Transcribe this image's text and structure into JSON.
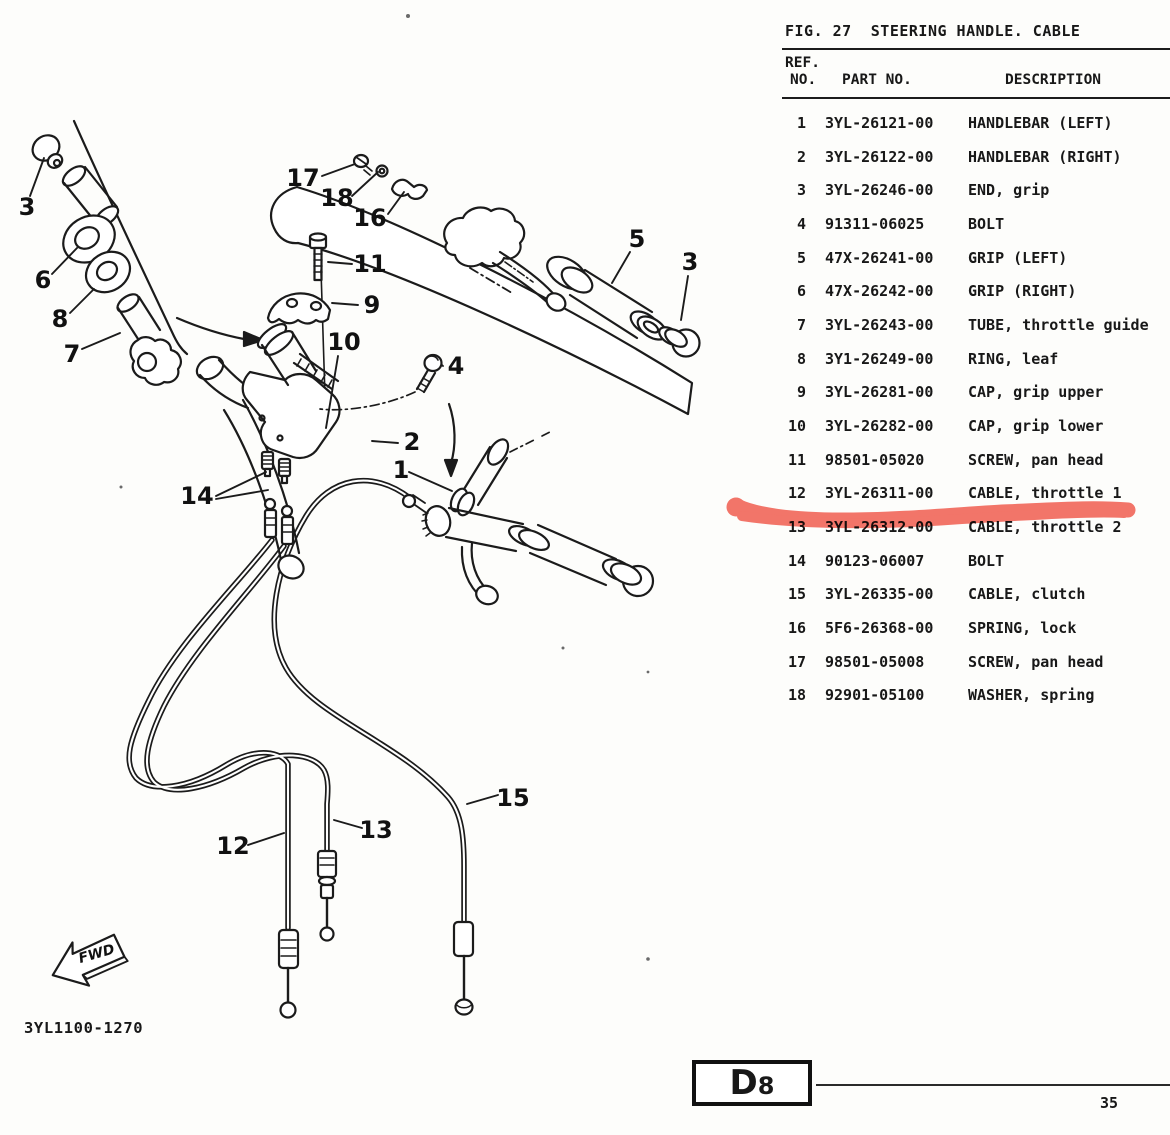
{
  "figure": {
    "title": "FIG. 27  STEERING HANDLE. CABLE",
    "drawing_code": "3YL1100-1270",
    "fwd_label": "FWD",
    "callouts": {
      "n1": "1",
      "n2": "2",
      "n3": "3",
      "n4": "4",
      "n5": "5",
      "n6": "6",
      "n7": "7",
      "n8": "8",
      "n9": "9",
      "n10": "10",
      "n11": "11",
      "n12": "12",
      "n13": "13",
      "n14": "14",
      "n15": "15",
      "n16": "16",
      "n17": "17",
      "n18": "18"
    }
  },
  "table": {
    "headers": {
      "ref_line1": "REF.",
      "ref_line2": "NO.",
      "part": "PART NO.",
      "description": "DESCRIPTION"
    },
    "rows": [
      {
        "ref": "1",
        "part": "3YL-26121-00",
        "desc": "HANDLEBAR (LEFT)"
      },
      {
        "ref": "2",
        "part": "3YL-26122-00",
        "desc": "HANDLEBAR (RIGHT)"
      },
      {
        "ref": "3",
        "part": "3YL-26246-00",
        "desc": "END, grip"
      },
      {
        "ref": "4",
        "part": "91311-06025",
        "desc": "BOLT"
      },
      {
        "ref": "5",
        "part": "47X-26241-00",
        "desc": "GRIP (LEFT)"
      },
      {
        "ref": "6",
        "part": "47X-26242-00",
        "desc": "GRIP (RIGHT)"
      },
      {
        "ref": "7",
        "part": "3YL-26243-00",
        "desc": "TUBE, throttle guide"
      },
      {
        "ref": "8",
        "part": "3Y1-26249-00",
        "desc": "RING, leaf"
      },
      {
        "ref": "9",
        "part": "3YL-26281-00",
        "desc": "CAP, grip upper"
      },
      {
        "ref": "10",
        "part": "3YL-26282-00",
        "desc": "CAP, grip lower"
      },
      {
        "ref": "11",
        "part": "98501-05020",
        "desc": "SCREW, pan head"
      },
      {
        "ref": "12",
        "part": "3YL-26311-00",
        "desc": "CABLE, throttle 1"
      },
      {
        "ref": "13",
        "part": "3YL-26312-00",
        "desc": "CABLE, throttle 2"
      },
      {
        "ref": "14",
        "part": "90123-06007",
        "desc": "BOLT"
      },
      {
        "ref": "15",
        "part": "3YL-26335-00",
        "desc": "CABLE, clutch"
      },
      {
        "ref": "16",
        "part": "5F6-26368-00",
        "desc": "SPRING, lock"
      },
      {
        "ref": "17",
        "part": "98501-05008",
        "desc": "SCREW, pan head"
      },
      {
        "ref": "18",
        "part": "92901-05100",
        "desc": "WASHER, spring"
      }
    ]
  },
  "highlight": {
    "marker_color": "#f2574a"
  },
  "footer": {
    "section_code_main": "D",
    "section_code_sub": "8",
    "page_number": "35"
  }
}
